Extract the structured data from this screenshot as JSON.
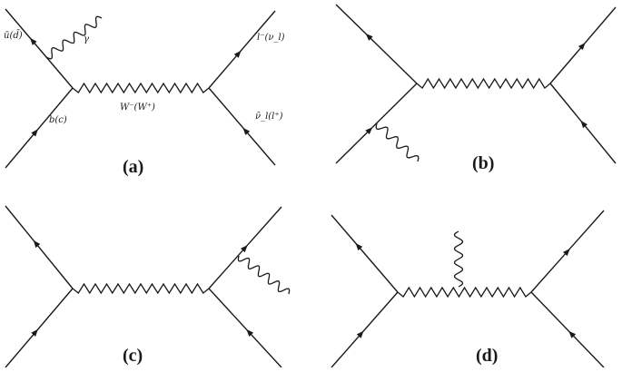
{
  "diagrams": [
    {
      "id": "a",
      "caption": "(a)",
      "labels": {
        "top_left": "ū(d̄)",
        "photon": "γ",
        "bottom_left": "b(c)",
        "boson": "W⁻(W⁺)",
        "top_right": "l⁻(ν_l)",
        "bottom_right": "ν̄_l(l⁺)"
      }
    },
    {
      "id": "b",
      "caption": "(b)"
    },
    {
      "id": "c",
      "caption": "(c)"
    },
    {
      "id": "d",
      "caption": "(d)"
    }
  ],
  "colors": {
    "line": "#1a1a1a",
    "background": "#ffffff"
  }
}
